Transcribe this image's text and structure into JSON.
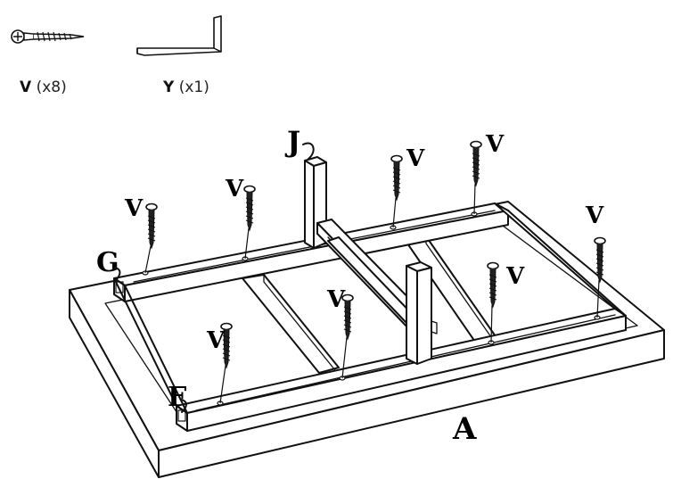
{
  "parts": [
    {
      "letter": "V",
      "qty": "(x8)",
      "icon": "screw-icon"
    },
    {
      "letter": "Y",
      "qty": "(x1)",
      "icon": "l-bracket-icon"
    }
  ],
  "labels": {
    "J": "J",
    "G": "G",
    "F": "F",
    "A": "A",
    "screw": "V"
  }
}
